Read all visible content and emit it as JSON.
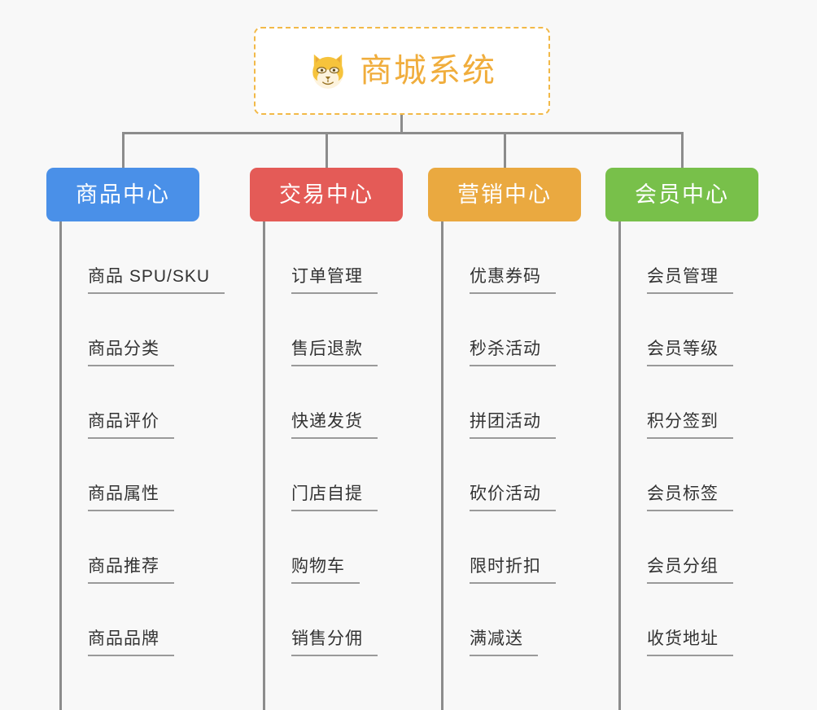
{
  "background_color": "#f8f8f8",
  "root": {
    "title": "商城系统",
    "icon": "shiba-dog-icon",
    "text_color": "#f0ad3c",
    "border_color": "#f2b948"
  },
  "connector_color": "#8c8c8c",
  "columns": [
    {
      "id": "product-center",
      "title": "商品中心",
      "color": "#4a90e8",
      "items": [
        "商品 SPU/SKU",
        "商品分类",
        "商品评价",
        "商品属性",
        "商品推荐",
        "商品品牌"
      ]
    },
    {
      "id": "trade-center",
      "title": "交易中心",
      "color": "#e45b57",
      "items": [
        "订单管理",
        "售后退款",
        "快递发货",
        "门店自提",
        "购物车",
        "销售分佣"
      ]
    },
    {
      "id": "marketing-center",
      "title": "营销中心",
      "color": "#eaa940",
      "items": [
        "优惠券码",
        "秒杀活动",
        "拼团活动",
        "砍价活动",
        "限时折扣",
        "满减送"
      ]
    },
    {
      "id": "member-center",
      "title": "会员中心",
      "color": "#78c04a",
      "items": [
        "会员管理",
        "会员等级",
        "积分签到",
        "会员标签",
        "会员分组",
        "收货地址"
      ]
    }
  ]
}
